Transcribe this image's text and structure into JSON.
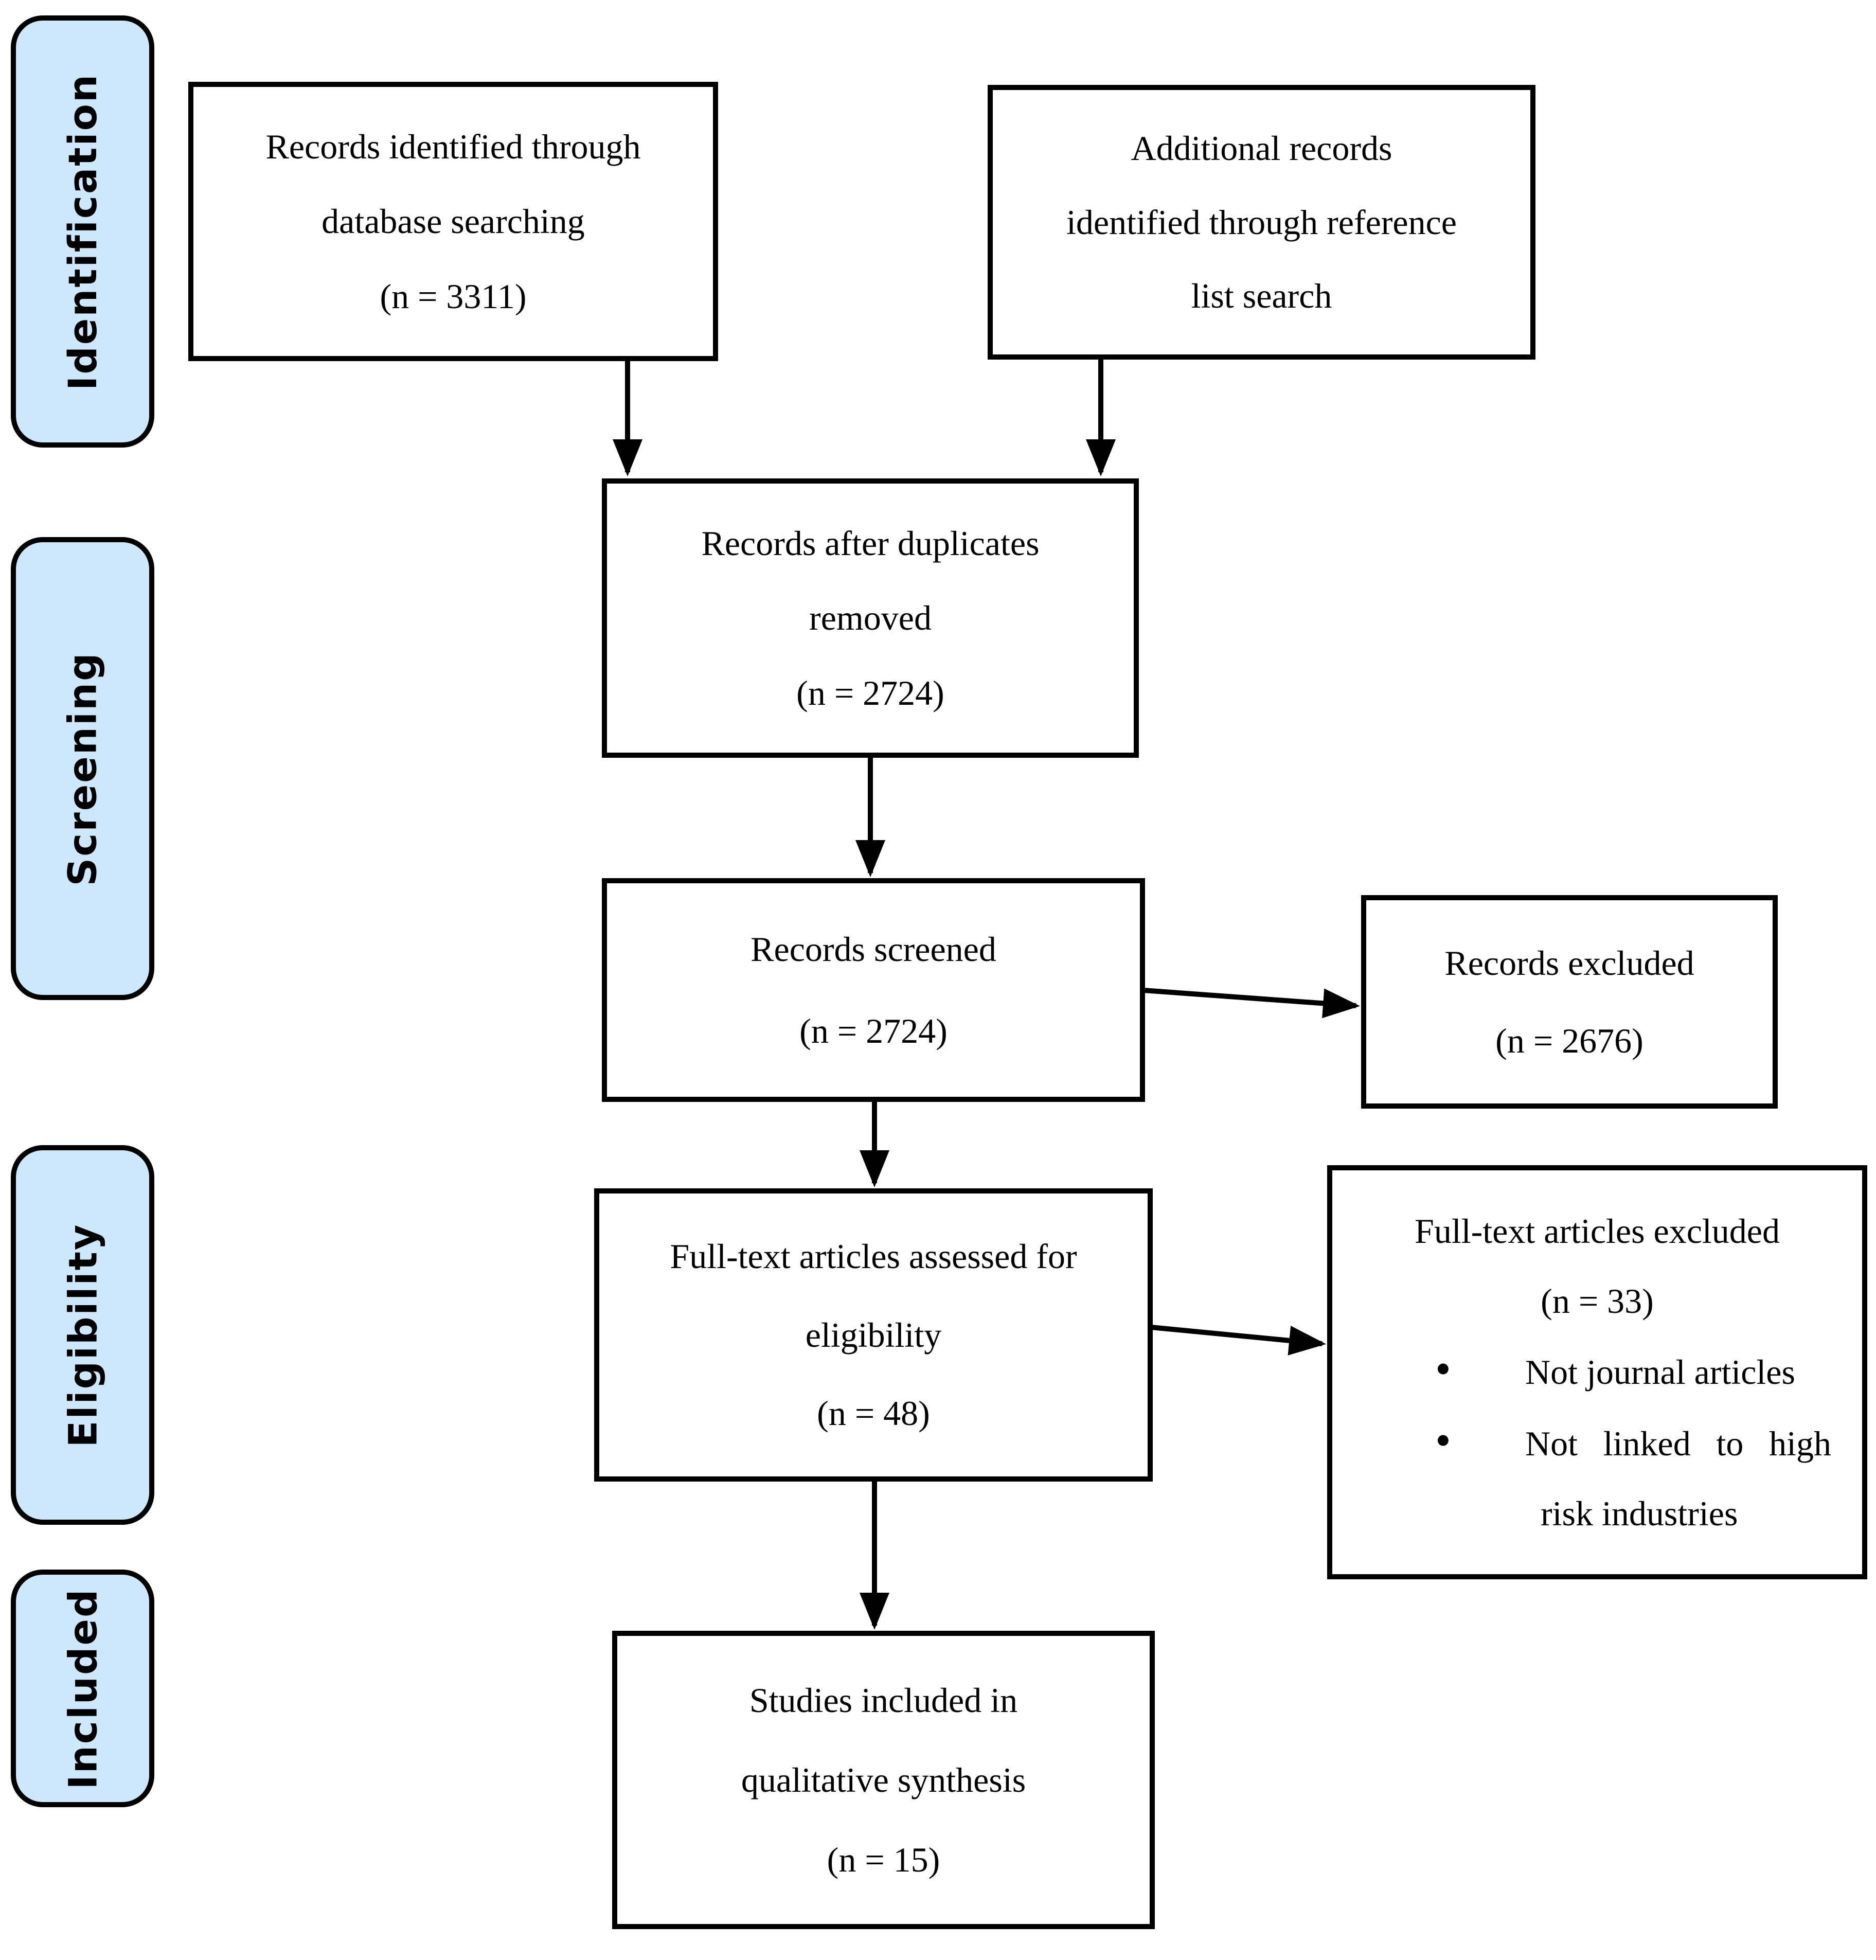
{
  "stages": [
    {
      "id": "identification",
      "label": "Identification"
    },
    {
      "id": "screening",
      "label": "Screening"
    },
    {
      "id": "eligibility",
      "label": "Eligibility"
    },
    {
      "id": "included",
      "label": "Included"
    }
  ],
  "boxes": {
    "identified": {
      "lines": [
        "Records identified through",
        "database searching",
        "(n = 3311)"
      ]
    },
    "additional": {
      "lines": [
        "Additional records",
        "identified through reference",
        "list search"
      ]
    },
    "duplicates": {
      "lines": [
        "Records after duplicates",
        "removed",
        "(n = 2724)"
      ]
    },
    "screened": {
      "lines": [
        "Records screened",
        "(n = 2724)"
      ]
    },
    "excluded": {
      "lines": [
        "Records excluded",
        "(n = 2676)"
      ]
    },
    "fulltext": {
      "lines": [
        "Full-text articles assessed for",
        "eligibility",
        "(n = 48)"
      ]
    },
    "fulltext_excluded": {
      "title": "Full-text articles excluded",
      "count": "(n = 33)",
      "bullet1": "Not journal articles",
      "bullet2_line1": "Not linked to high",
      "bullet2_line2": "risk industries"
    },
    "included_studies": {
      "lines": [
        "Studies included in",
        "qualitative synthesis",
        "(n = 15)"
      ]
    }
  },
  "icons": {
    "bullet": "•"
  },
  "colors": {
    "stage_fill": "#CDE8FA",
    "box_fill": "#FFFFFF",
    "line": "#000000",
    "text": "#000000",
    "background": "#FFFFFF"
  }
}
